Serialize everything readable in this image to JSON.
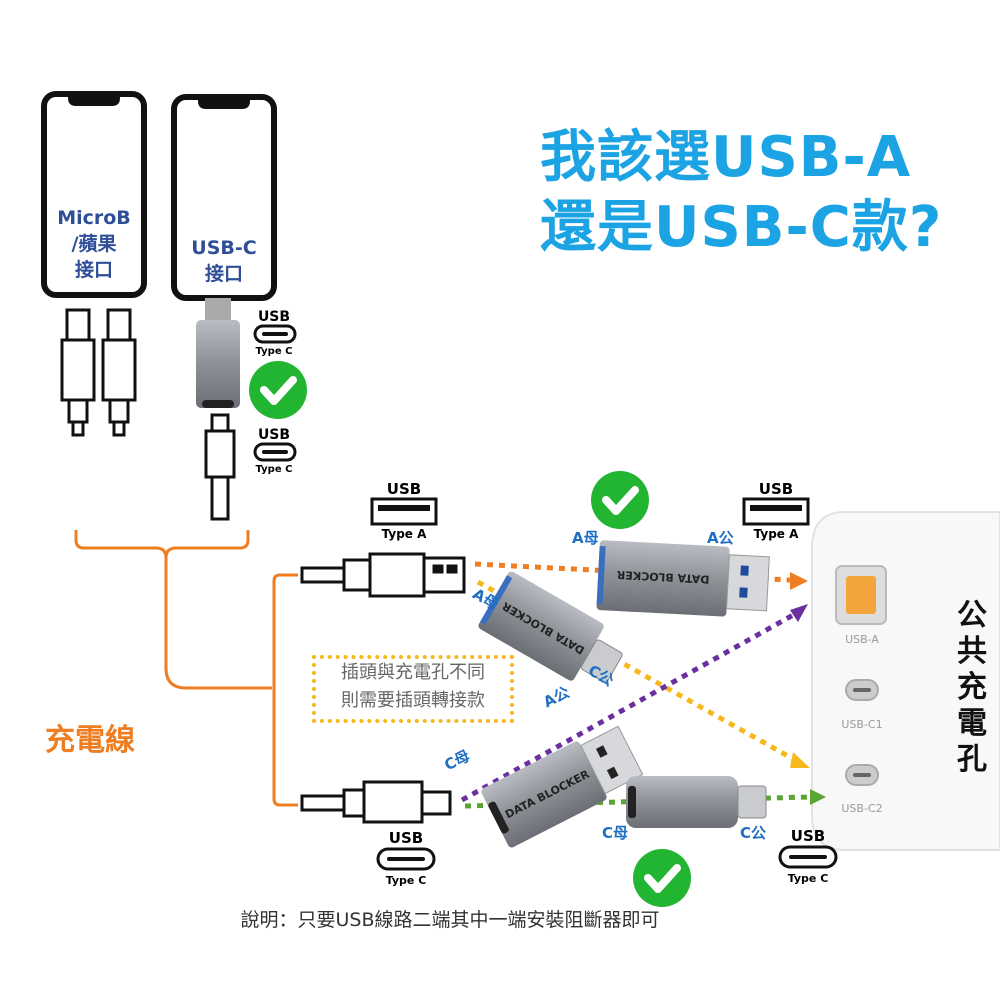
{
  "title": {
    "line1": "我該選USB-A",
    "line2": "還是USB-C款?"
  },
  "phones": [
    {
      "label_lines": [
        "MicroB",
        "/蘋果",
        "接口"
      ]
    },
    {
      "label_lines": [
        "USB-C",
        "接口"
      ]
    }
  ],
  "usb_icons": {
    "usb": "USB",
    "type_c": "Type C",
    "type_a": "Type A"
  },
  "cable_label": "充電線",
  "note": {
    "line1": "插頭與充電孔不同",
    "line2": "則需要插頭轉接款"
  },
  "adapters": {
    "text": "DATA BLOCKER"
  },
  "connector_labels": {
    "a_female": "A母",
    "a_male": "A公",
    "c_female": "C母",
    "c_male": "C公"
  },
  "charger": {
    "ports": [
      "USB-A",
      "USB-C1",
      "USB-C2"
    ],
    "side_label": [
      "公",
      "共",
      "充",
      "電",
      "孔"
    ]
  },
  "caption": "說明：只要USB線路二端其中一端安裝阻斷器即可",
  "colors": {
    "title": "#1ba3e3",
    "phone_label": "#2e4f97",
    "bracket": "#ef7d22",
    "check": "#22b532",
    "line_orange": "#ef7d22",
    "line_yellow": "#f6b81d",
    "line_purple": "#6b2fa0",
    "line_green": "#5aa632"
  },
  "icons": [
    "check-circle-icon",
    "usb-type-c-icon",
    "usb-type-a-icon",
    "arrow-icon"
  ]
}
